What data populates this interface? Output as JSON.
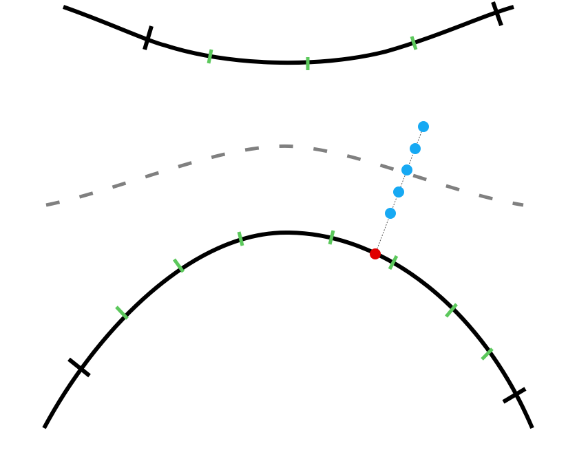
{
  "diagram": {
    "background": "#ffffff",
    "curves": [
      {
        "id": "upper-curve",
        "style": "solid",
        "color": "#000000"
      },
      {
        "id": "middle-curve",
        "style": "dashed",
        "color": "#808080"
      },
      {
        "id": "lower-curve",
        "style": "solid",
        "color": "#000000"
      }
    ],
    "markers": {
      "end_tick_color": "#000000",
      "segment_tick_color": "#5cc85c",
      "sample_point_color": "#e00000",
      "offset_point_color": "#17a9f3",
      "offset_point_count": 5,
      "connector_style": "dotted",
      "connector_color": "#555555"
    }
  }
}
